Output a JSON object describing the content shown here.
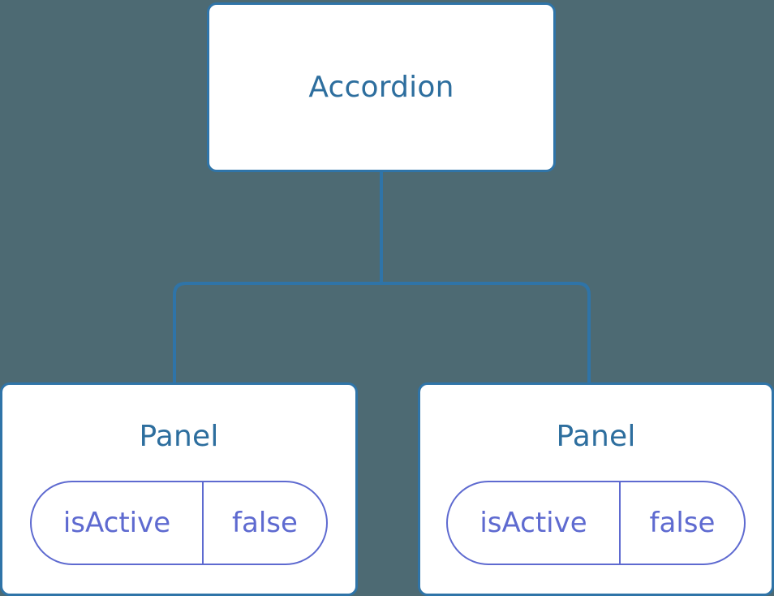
{
  "diagram": {
    "type": "component-tree",
    "background_color": "#4d6a73",
    "edge_color": "#2f74a8",
    "node_border_color": "#2f74a8",
    "node_title_color": "#2d6e9e",
    "prop_color": "#5e6ad0",
    "root": {
      "title": "Accordion"
    },
    "children": [
      {
        "title": "Panel",
        "props": [
          {
            "key": "isActive",
            "value": "false"
          }
        ]
      },
      {
        "title": "Panel",
        "props": [
          {
            "key": "isActive",
            "value": "false"
          }
        ]
      }
    ]
  }
}
